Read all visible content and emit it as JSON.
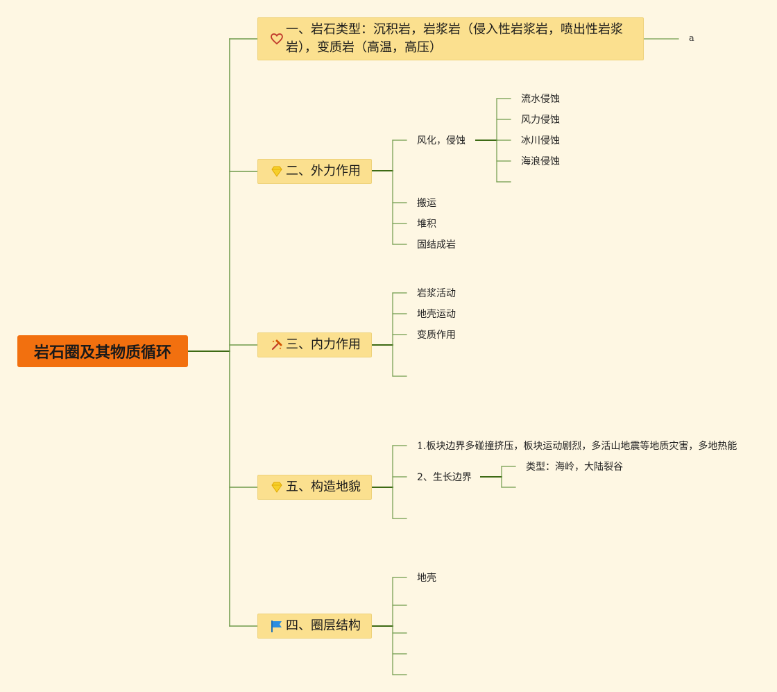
{
  "root": {
    "title": "岩石圈及其物质循环"
  },
  "branches": [
    {
      "id": "b1",
      "icon": "heart-icon",
      "label": "一、岩石类型：沉积岩，岩浆岩（侵入性岩浆岩，喷出性岩浆岩），变质岩（高温，高压）",
      "extra": "a"
    },
    {
      "id": "b2",
      "icon": "diamond-icon",
      "label": "二、外力作用",
      "children": [
        {
          "label": "风化，侵蚀",
          "children": [
            "流水侵蚀",
            "风力侵蚀",
            "冰川侵蚀",
            "海浪侵蚀",
            ""
          ]
        },
        {
          "label": "搬运"
        },
        {
          "label": "堆积"
        },
        {
          "label": "固结成岩"
        }
      ]
    },
    {
      "id": "b3",
      "icon": "hammer-icon",
      "label": "三、内力作用",
      "children": [
        {
          "label": "岩浆活动"
        },
        {
          "label": "地壳运动"
        },
        {
          "label": "变质作用"
        },
        {
          "label": ""
        }
      ]
    },
    {
      "id": "b5",
      "icon": "diamond-icon",
      "label": "五、构造地貌",
      "children": [
        {
          "label": "1.板块边界多碰撞挤压，板块运动剧烈，多活山地震等地质灾害，多地热能"
        },
        {
          "label": "2、生长边界",
          "children": [
            "类型：海岭，大陆裂谷",
            ""
          ]
        },
        {
          "label": ""
        }
      ]
    },
    {
      "id": "b4",
      "icon": "flag-icon",
      "label": "四、圈层结构",
      "children": [
        {
          "label": "地壳"
        },
        {
          "label": ""
        },
        {
          "label": ""
        },
        {
          "label": ""
        },
        {
          "label": ""
        }
      ]
    }
  ],
  "colors": {
    "background": "#fef7e3",
    "root": "#f2700f",
    "branch": "#fbe08f",
    "line_dark": "#3d6a14",
    "line_light": "#6f9a4a"
  }
}
